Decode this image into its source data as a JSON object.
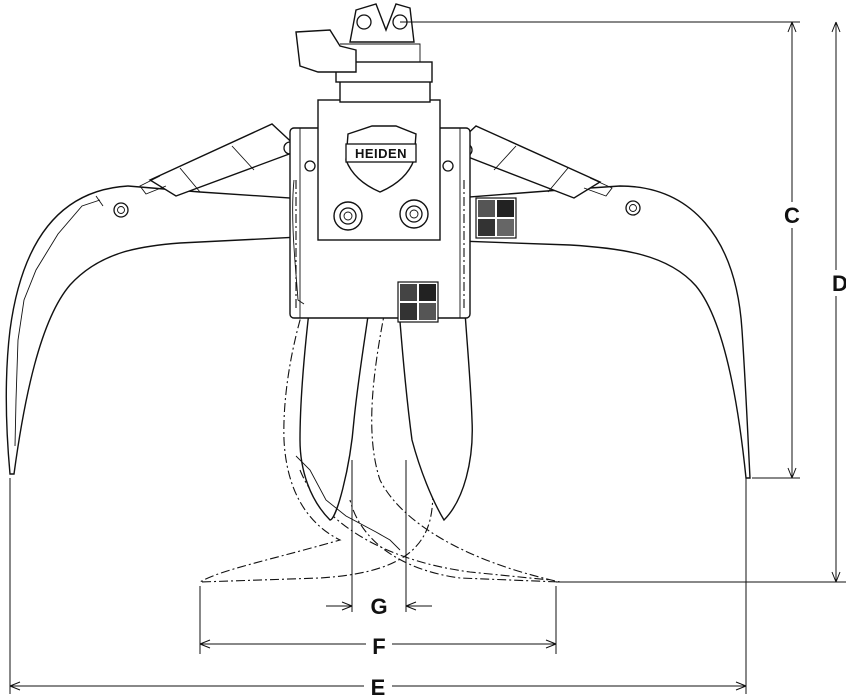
{
  "brand": {
    "logo_text": "HEIDEN"
  },
  "dimensions": {
    "c": "C",
    "d": "D",
    "e": "E",
    "f": "F",
    "g": "G"
  },
  "colors": {
    "line": "#111111",
    "background": "#ffffff"
  },
  "icons": [
    "safety-pictogram-icon",
    "safety-pictogram-icon"
  ]
}
